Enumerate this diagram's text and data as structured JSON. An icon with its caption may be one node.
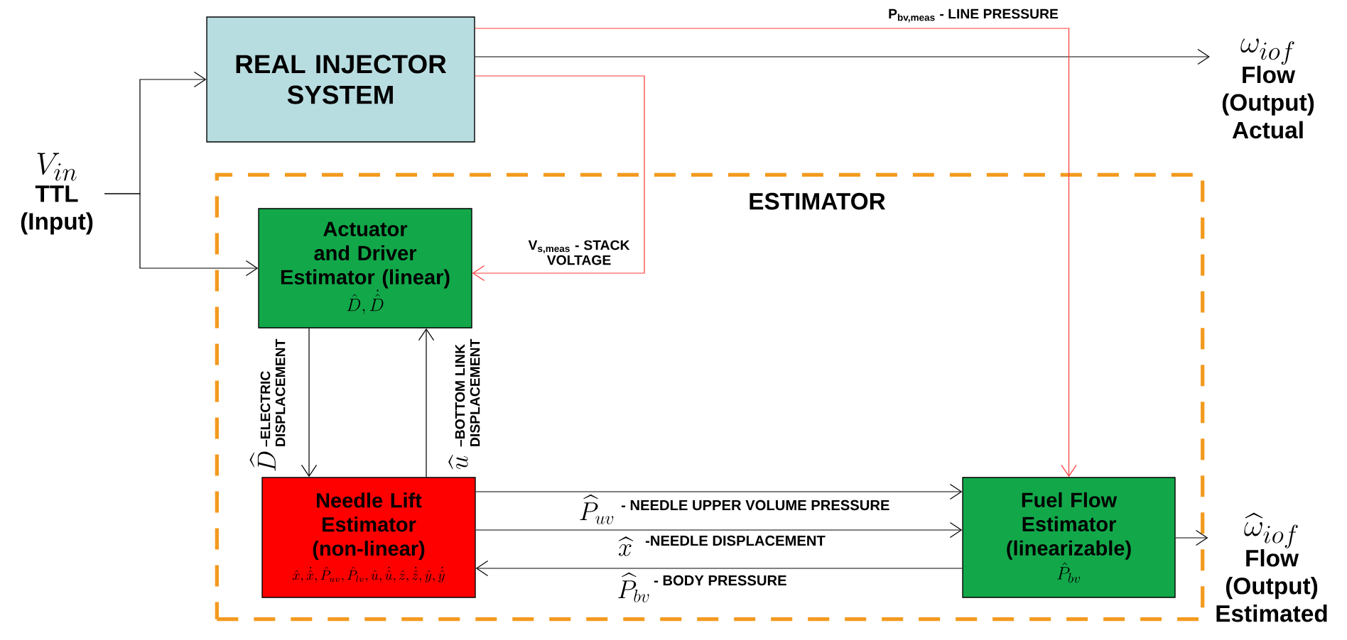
{
  "diagram": {
    "nodes": [
      {
        "text": [
          "REAL INJECTOR SYSTEM"
        ]
      },
      {
        "text": [
          "ESTIMATOR"
        ]
      },
      {
        "text": [
          "Actuator and Driver Estimator (linear)",
          "\\hat{D},\\dot{\\hat{D}}"
        ],
        "in": 1
      },
      {
        "text": [
          "Needle Lift Estimator (non-linear)",
          "\\hat{x},\\dot{\\hat{x}},\\hat{P}_{uv},\\hat{P}_{lv},\\hat{u},\\dot{\\hat{u}},\\hat{z},\\dot{\\hat{z}},\\hat{y},\\dot{\\hat{y}}"
        ],
        "in": 1
      },
      {
        "text": [
          "Fuel Flow Estimator (linearizable)",
          "\\hat{P}_{bv}"
        ],
        "in": 1
      },
      {
        "text": [
          "V_{in}",
          "TTL (Input)"
        ]
      },
      {
        "text": [
          "\\omega_{iof}",
          "Flow (Output) Actual"
        ]
      },
      {
        "text": [
          "\\widehat{\\omega}_{iof}",
          "Flow (Output) Estimated"
        ]
      }
    ],
    "edges": [
      {
        "from": 5,
        "to": 0,
        "arrow": "to"
      },
      {
        "from": 5,
        "to": 2,
        "arrow": "to"
      },
      {
        "from": 0,
        "to": 6,
        "arrow": "to"
      },
      {
        "from": 0,
        "to": 4,
        "arrow": "to",
        "color": "#ff3b3b",
        "label": "P$_{bv,meas}$ - LINE PRESSURE"
      },
      {
        "from": 0,
        "to": 2,
        "arrow": "to",
        "color": "#ff3b3b",
        "label": "V$_{s,meas}$ - STACK VOLTAGE"
      },
      {
        "from": 2,
        "to": 3,
        "arrow": "to",
        "label": "–ELECTRIC DISPLACEMENT"
      },
      {
        "from": 3,
        "to": 2,
        "arrow": "to",
        "label": "–BOTTOM LINK DISPLACEMENT"
      },
      {
        "from": 3,
        "to": 4,
        "arrow": "to",
        "label": "- NEEDLE UPPER VOLUME PRESSURE"
      },
      {
        "from": 3,
        "to": 4,
        "arrow": "to",
        "label": "-NEEDLE DISPLACEMENT"
      },
      {
        "from": 4,
        "to": 3,
        "arrow": "to",
        "label": "- BODY PRESSURE"
      },
      {
        "from": 4,
        "to": 7,
        "arrow": "to"
      }
    ],
    "labels": [
      "\\widehat{D}",
      "\\widehat{u}",
      "\\widehat{P}_{uv}",
      "\\widehat{x}",
      "\\widehat{P}_{bv}"
    ]
  }
}
